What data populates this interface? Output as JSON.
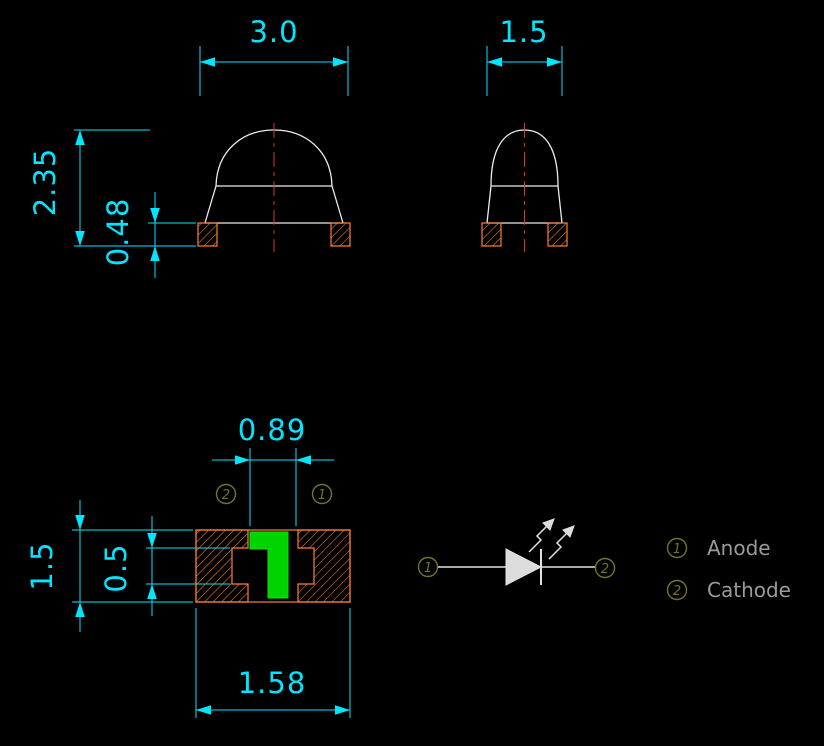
{
  "front_view": {
    "dim_width": "3.0",
    "dim_total_height": "2.35",
    "dim_terminal_height": "0.48"
  },
  "side_view": {
    "dim_width": "1.5"
  },
  "footprint": {
    "dim_inner_gap": "0.89",
    "dim_height": "1.5",
    "dim_notch": "0.5",
    "dim_width": "1.58",
    "pin_left": "2",
    "pin_right": "1"
  },
  "schematic": {
    "pin_left": "1",
    "pin_right": "2"
  },
  "legend": {
    "items": [
      {
        "pin": "1",
        "label": "Anode"
      },
      {
        "pin": "2",
        "label": "Cathode"
      }
    ]
  },
  "colors": {
    "background": "#000000",
    "dimension": "#00e6ff",
    "outline": "#ebebeb",
    "centerline": "#d43535",
    "pad_hatch": "#ff7f2e",
    "polarity_mark": "#00d400",
    "pin_number": "#73732b",
    "legend_text": "#9b9b9b"
  }
}
